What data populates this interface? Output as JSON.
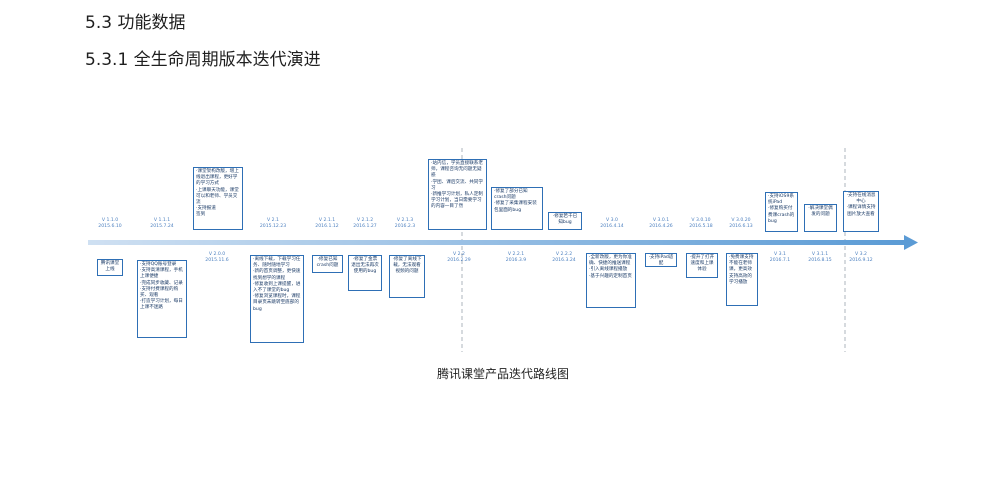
{
  "section_title": "5.3 功能数据",
  "subsection_title": "5.3.1 全生命周期版本迭代演进",
  "caption": "腾讯课堂产品迭代路线图",
  "colors": {
    "axis": "#5b9bd5",
    "box_border": "#2e6fb5",
    "label": "#4b7fbf"
  },
  "versions": [
    {
      "version": "V 1.1.0",
      "date": "2015.6.10",
      "pos": "above",
      "note": "腾讯课堂上线"
    },
    {
      "version": "V 1.1.1",
      "date": "2015.7.24",
      "pos": "above",
      "note": "·支持QQ账号登录\n·支持高清课程，手机上课便捷\n·完成同步收藏、记录\n·支持付费课程的购买、观看\n·打造学习计划，每日上课不迷路"
    },
    {
      "version": "V 2.0.0",
      "date": "2015.11.6",
      "pos": "below",
      "note": "·课堂架构改版，增上线退出课程，更好学的学习方式\n·上课聊天功能，课堂可以和老师、学员交流\n·支持报道\n签到"
    },
    {
      "version": "V 2.1",
      "date": "2015.12.23",
      "pos": "above",
      "note": "·离线下载，下载学习任务、随时随地学习\n·新的首页调整，更快速找到想学的课程\n·修复收到上课提醒，进入不了课堂的bug\n·修复浏览课程时，课程目录页未跳转至底部的bug"
    },
    {
      "version": "V 2.1.1",
      "date": "2016.1.12",
      "pos": "above",
      "note": "·修复已知crash问题"
    },
    {
      "version": "V 2.1.2",
      "date": "2016.1.27",
      "pos": "above",
      "note": "·修复了金票退出无法再次使用的bug"
    },
    {
      "version": "V 2.1.3",
      "date": "2016.2.3",
      "pos": "above",
      "note": "·修复了离线下载，无法观看视频的问题"
    },
    {
      "version": "V 2.2",
      "date": "2016.2.29",
      "pos": "below",
      "note": "·站内信，学员直接联系老师，课程咨询无问题无疑惑\n·学团、课后交流、共同学习\n·新推学习计划，私人定制学习计划，当日需要学习的内容一目了然"
    },
    {
      "version": "V 2.2.1",
      "date": "2016.3.9",
      "pos": "below",
      "note": "·修复了部分已知crash问题\n·修复了采集课程安装包里面的bug"
    },
    {
      "version": "V 2.2.2",
      "date": "2016.3.24",
      "pos": "below",
      "note": "·修复若干已知bug"
    },
    {
      "version": "V 3.0",
      "date": "2016.4.14",
      "pos": "above",
      "note": "·全新改版，更为你准确、快捷的推送课程\n·引入离线课程播放\n·基于兴趣的定制首页"
    },
    {
      "version": "V 3.0.1",
      "date": "2016.4.26",
      "pos": "above",
      "note": "·支持iPad适配"
    },
    {
      "version": "V 3.0.10",
      "date": "2016.5.18",
      "pos": "above",
      "note": "·提升了打开速度和上课体验"
    },
    {
      "version": "V 3.0.20",
      "date": "2016.6.13",
      "pos": "above",
      "note": "·免费课支持不能在老师课，更高效支持高效的学习播放"
    },
    {
      "version": "V 3.1",
      "date": "2016.7.1",
      "pos": "below",
      "note": "·支持iOS9系统iPad\n·修复购买付费课crash的bug"
    },
    {
      "version": "V 3.1.1",
      "date": "2016.8.15",
      "pos": "below",
      "note": "·解决课堂偶发的问题"
    },
    {
      "version": "V 3.2",
      "date": "2016.9.12",
      "pos": "below",
      "note": "·支持在线消息中心\n·课程详情支持图片放大查看"
    }
  ]
}
